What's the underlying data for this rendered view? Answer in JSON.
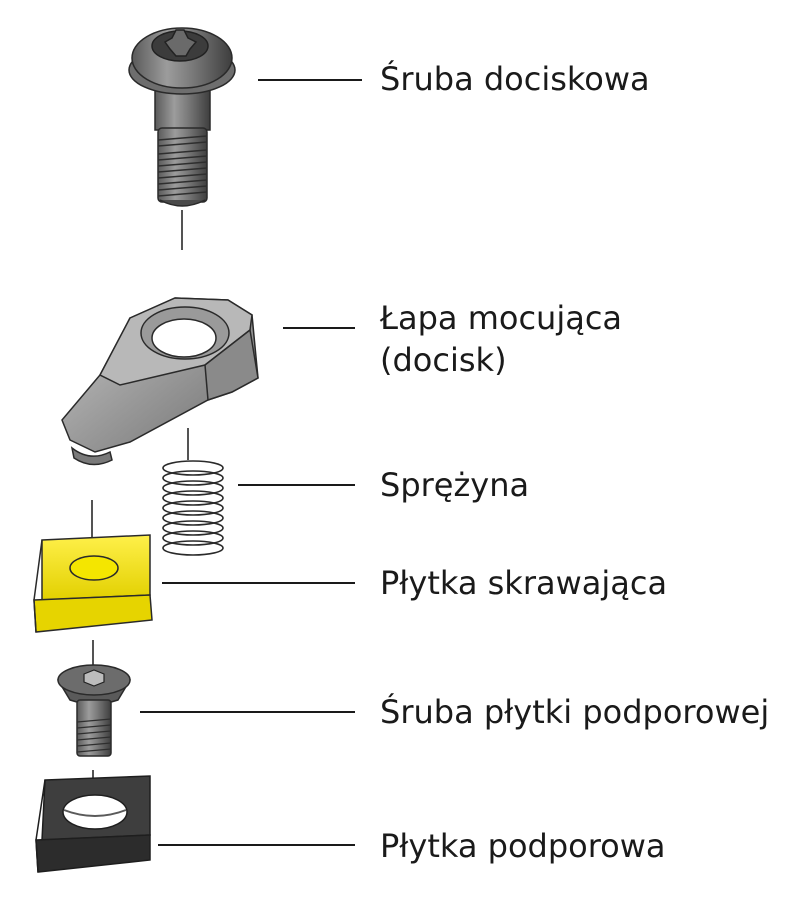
{
  "parts": [
    {
      "id": "clamp-screw",
      "label": "Śruba dociskowa"
    },
    {
      "id": "clamp",
      "label": "Łapa mocująca",
      "label_line2": "(docisk)"
    },
    {
      "id": "spring",
      "label": "Sprężyna"
    },
    {
      "id": "insert",
      "label": "Płytka skrawająca"
    },
    {
      "id": "shim-screw",
      "label": "Śruba płytki podporowej"
    },
    {
      "id": "shim",
      "label": "Płytka podporowa"
    }
  ],
  "colors": {
    "metal_dark": "#4a4a4a",
    "metal_mid": "#8c8c8c",
    "metal_light": "#c9c9c9",
    "insert_yellow": "#f2e200",
    "shim_dark": "#3c3c3c",
    "leader_line": "#1a1a1a"
  }
}
